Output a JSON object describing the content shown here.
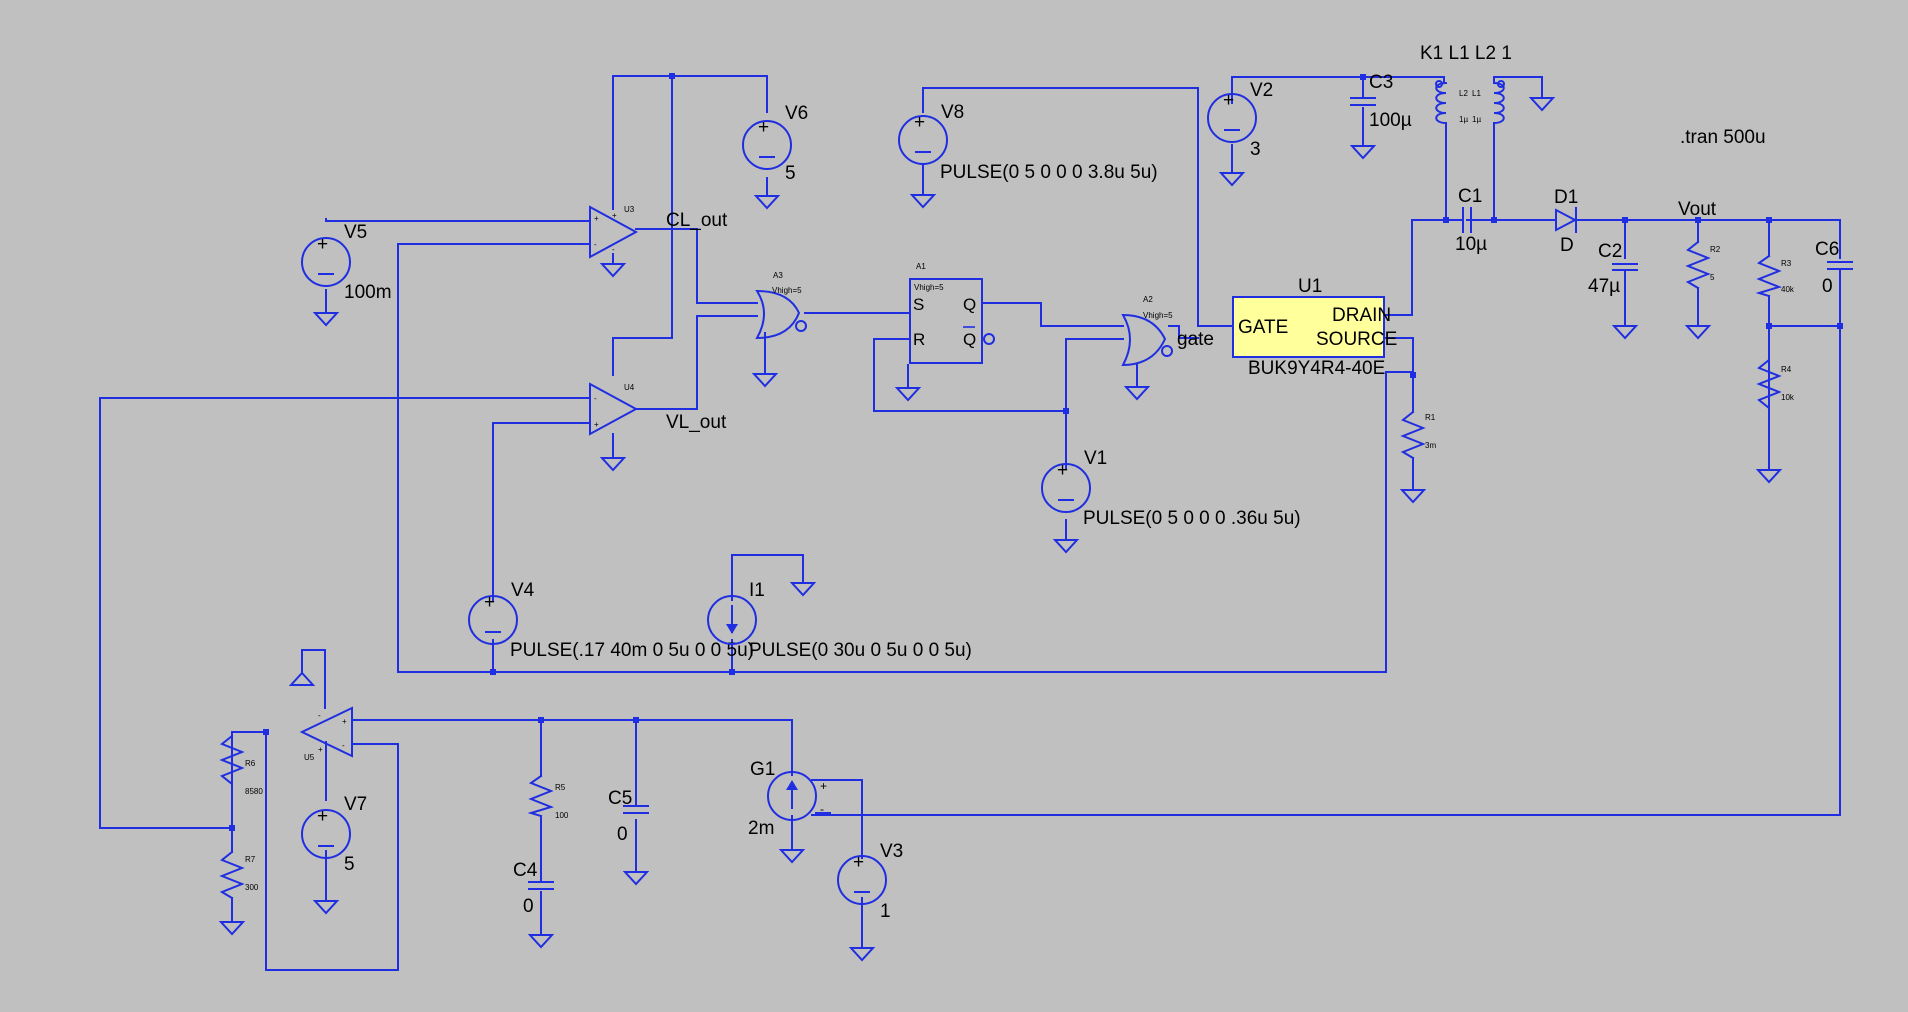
{
  "colors": {
    "background": "#c0c0c0",
    "wire": "#1f2ee0",
    "text": "#000000",
    "ic_fill": "#ffff9c"
  },
  "directive": ".tran 500u",
  "coupling": "K1 L1 L2 1",
  "nets": {
    "cl_out": "CL_out",
    "vl_out": "VL_out",
    "gate": "gate",
    "vout": "Vout"
  },
  "sources": {
    "v1": {
      "name": "V1",
      "value": "PULSE(0 5 0 0 0 .36u 5u)"
    },
    "v2": {
      "name": "V2",
      "value": "3"
    },
    "v3": {
      "name": "V3",
      "value": "1"
    },
    "v4": {
      "name": "V4",
      "value": "PULSE(.17 40m 0 5u 0 0 5u)"
    },
    "v5": {
      "name": "V5",
      "value": "100m"
    },
    "v6": {
      "name": "V6",
      "value": "5"
    },
    "v7": {
      "name": "V7",
      "value": "5"
    },
    "v8": {
      "name": "V8",
      "value": "PULSE(0 5 0 0 0 3.8u 5u)"
    },
    "i1": {
      "name": "I1",
      "value": "PULSE(0 30u 0 5u 0 0 5u)"
    },
    "g1": {
      "name": "G1",
      "value": "2m"
    }
  },
  "capacitors": {
    "c1": {
      "name": "C1",
      "value": "10µ"
    },
    "c2": {
      "name": "C2",
      "value": "47µ"
    },
    "c3": {
      "name": "C3",
      "value": "100µ"
    },
    "c4": {
      "name": "C4",
      "value": "0"
    },
    "c5": {
      "name": "C5",
      "value": "0"
    },
    "c6": {
      "name": "C6",
      "value": "0"
    }
  },
  "resistors": {
    "r1": {
      "name": "R1",
      "value": "3m"
    },
    "r2": {
      "name": "R2",
      "value": "5"
    },
    "r3": {
      "name": "R3",
      "value": "40k"
    },
    "r4": {
      "name": "R4",
      "value": "10k"
    },
    "r5": {
      "name": "R5",
      "value": "100"
    },
    "r6": {
      "name": "R6",
      "value": "8580"
    },
    "r7": {
      "name": "R7",
      "value": "300"
    }
  },
  "inductors": {
    "l1": {
      "name": "L1",
      "value": "1µ"
    },
    "l2": {
      "name": "L2",
      "value": "1µ"
    }
  },
  "diode": {
    "name": "D1",
    "value": "D"
  },
  "mosfet": {
    "name": "U1",
    "part": "BUK9Y4R4-40E",
    "gate_pin": "GATE",
    "drain_pin": "DRAIN",
    "source_pin": "SOURCE"
  },
  "opamps": {
    "u3": "U3",
    "u4": "U4",
    "u5": "U5"
  },
  "gates": {
    "a2": {
      "name": "A2",
      "param": "Vhigh=5"
    },
    "a3": {
      "name": "A3",
      "param": "Vhigh=5"
    }
  },
  "flipflop": {
    "name": "A1",
    "param": "Vhigh=5",
    "s": "S",
    "r": "R",
    "q": "Q",
    "qbar": "Q"
  }
}
